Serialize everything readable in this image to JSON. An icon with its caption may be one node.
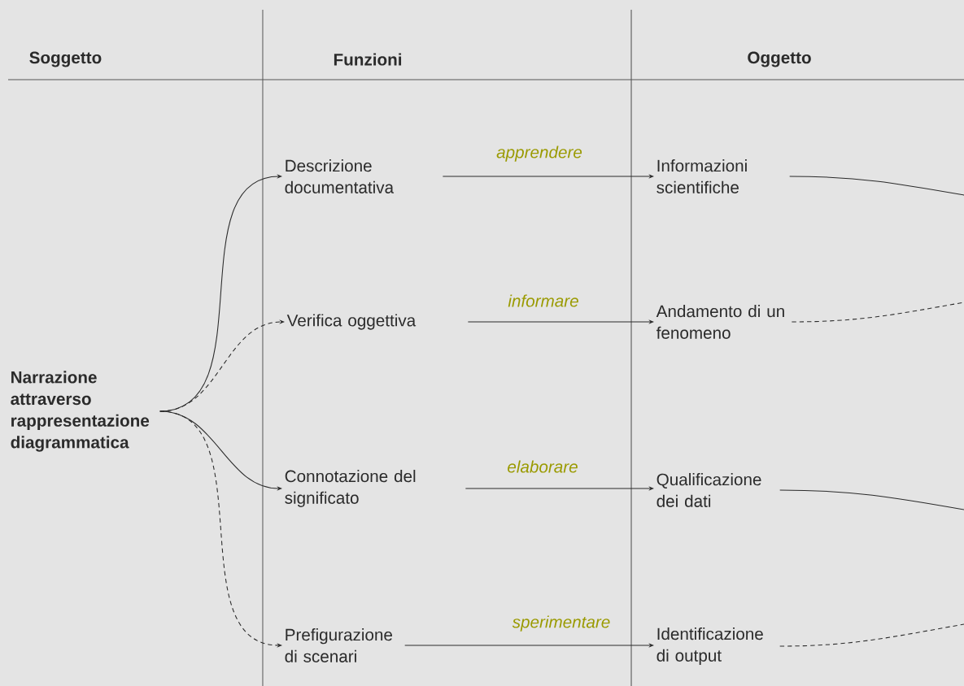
{
  "diagram": {
    "nodes": [
      {
        "text": [
          "Narrazione attraverso rappresentazione diagrammatica"
        ]
      },
      {
        "text": [
          "Descrizione documentativa"
        ]
      },
      {
        "text": [
          "Verifica oggettiva"
        ]
      },
      {
        "text": [
          "Connotazione del significato"
        ]
      },
      {
        "text": [
          "Prefigurazione di scenari"
        ]
      },
      {
        "text": [
          "Informazioni scientifiche"
        ]
      },
      {
        "text": [
          "Andamento di un fenomeno"
        ]
      },
      {
        "text": [
          "Qualificazione dei dati"
        ]
      },
      {
        "text": [
          "Identificazione di output"
        ]
      }
    ],
    "edges": [
      {
        "from": 0,
        "to": 1,
        "arrow": "to"
      },
      {
        "from": 0,
        "to": 2,
        "arrow": "to",
        "style": "dashed"
      },
      {
        "from": 0,
        "to": 3,
        "arrow": "to"
      },
      {
        "from": 0,
        "to": 4,
        "arrow": "to",
        "style": "dashed"
      },
      {
        "from": 1,
        "to": 5,
        "arrow": "to",
        "label": "apprendere"
      },
      {
        "from": 2,
        "to": 6,
        "arrow": "to",
        "label": "informare"
      },
      {
        "from": 3,
        "to": 7,
        "arrow": "to",
        "label": "elaborare"
      },
      {
        "from": 4,
        "to": 8,
        "arrow": "to",
        "label": "sperimentare"
      },
      {
        "from": 5,
        "to": null,
        "arrow": "none"
      },
      {
        "from": 6,
        "to": null,
        "arrow": "none",
        "style": "dashed"
      },
      {
        "from": 7,
        "to": null,
        "arrow": "none"
      },
      {
        "from": 8,
        "to": null,
        "arrow": "none",
        "style": "dashed"
      }
    ],
    "labels": [
      "Soggetto",
      "Funzioni",
      "Oggetto"
    ]
  }
}
